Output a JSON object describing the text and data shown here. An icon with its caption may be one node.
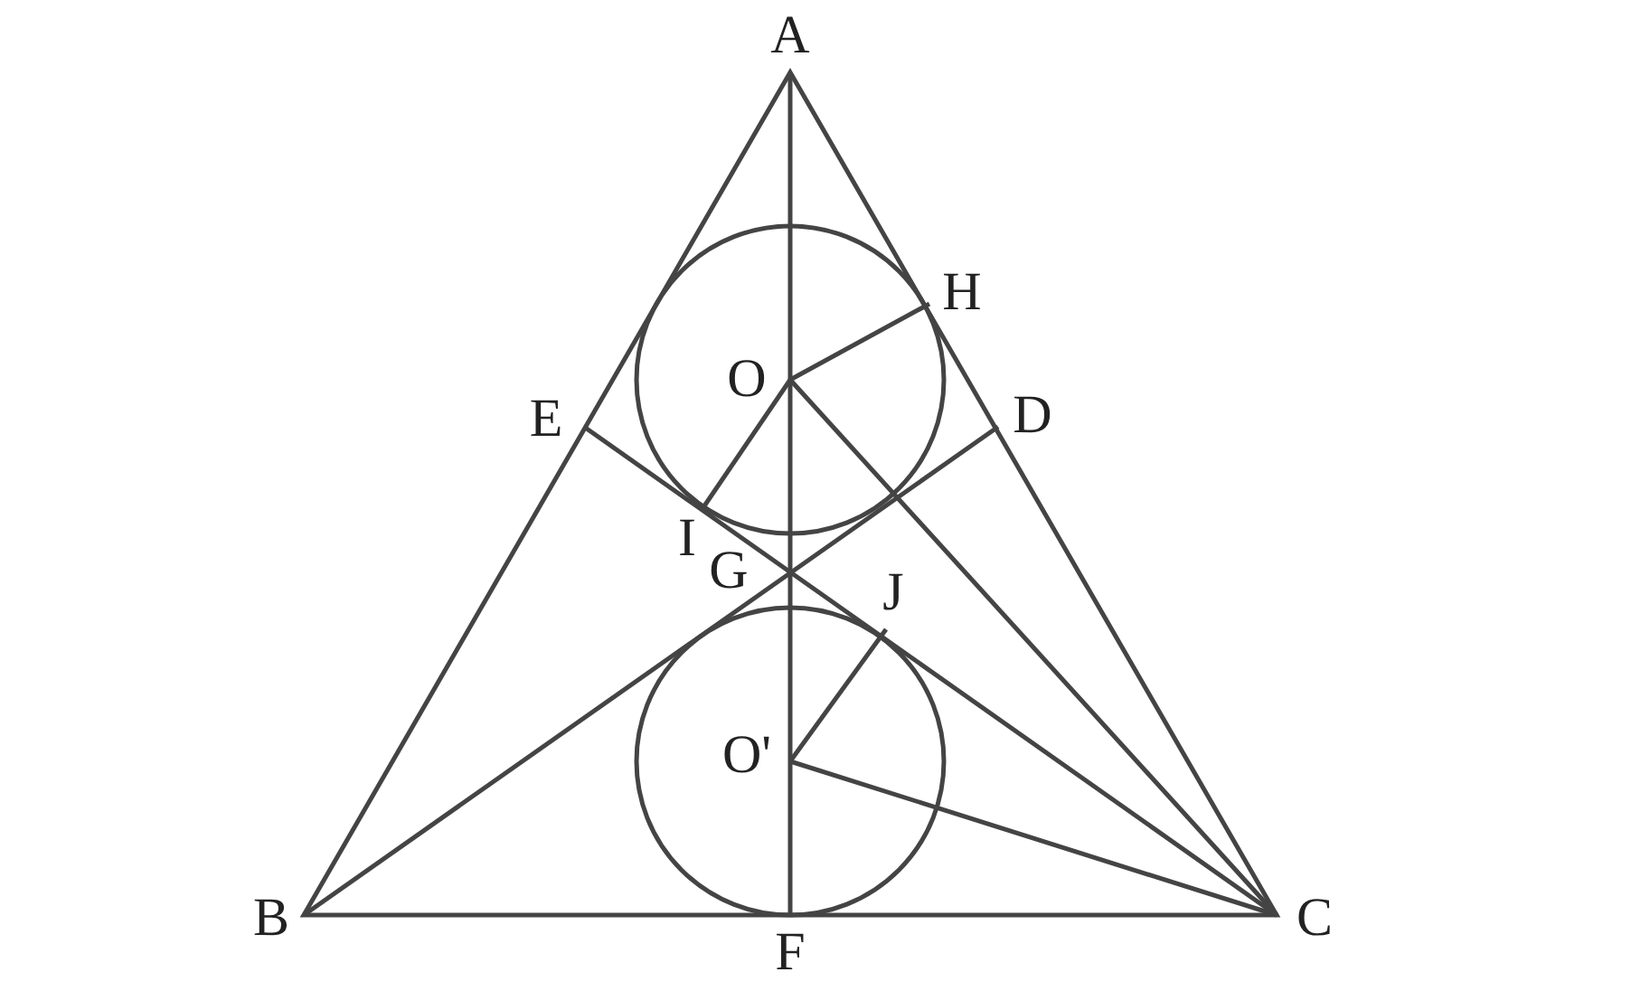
{
  "diagram": {
    "labels": [
      "A",
      "H",
      "O",
      "E",
      "D",
      "I",
      "G",
      "J",
      "O'",
      "B",
      "C",
      "F"
    ]
  }
}
